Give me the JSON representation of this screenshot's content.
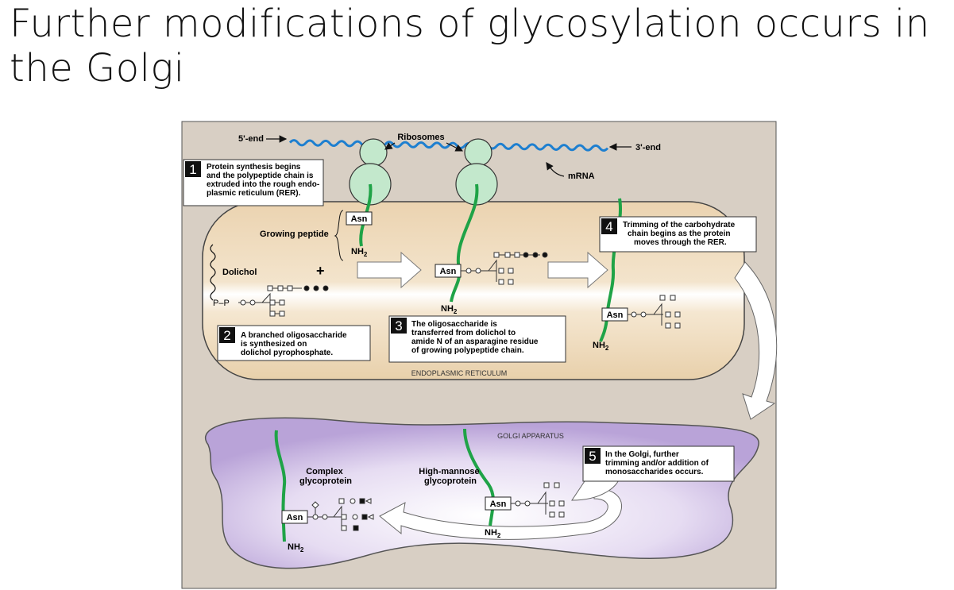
{
  "slide": {
    "title": "Further modifications of glycosylation occurs in the Golgi"
  },
  "diagram": {
    "labels": {
      "five_prime": "5'-end",
      "three_prime": "3'-end",
      "ribosomes": "Ribosomes",
      "mrna": "mRNA",
      "growing_peptide": "Growing peptide",
      "dolichol": "Dolichol",
      "plus": "+",
      "er": "ENDOPLASMIC RETICULUM",
      "golgi": "GOLGI APPARATUS",
      "complex": [
        "Complex",
        "glycoprotein"
      ],
      "high_mannose": [
        "High-mannose",
        "glycoprotein"
      ],
      "asn": "Asn",
      "nh2": "NH",
      "nh2_sub": "2",
      "p_p": "P–P"
    },
    "steps": [
      {
        "number": "1",
        "lines": [
          "Protein synthesis begins",
          "and the polypeptide chain is",
          "extruded into the rough endo-",
          "plasmic reticulum (RER)."
        ]
      },
      {
        "number": "2",
        "lines": [
          "A branched oligosaccharide",
          "is synthesized on",
          "dolichol pyrophosphate."
        ]
      },
      {
        "number": "3",
        "lines": [
          "The oligosaccharide is",
          "transferred from dolichol to",
          "amide N of an asparagine residue",
          "of growing polypeptide chain."
        ]
      },
      {
        "number": "4",
        "lines": [
          "Trimming of the carbohydrate",
          "chain begins as the protein",
          "moves through the RER."
        ]
      },
      {
        "number": "5",
        "lines": [
          "In the Golgi, further",
          "trimming and/or addition of",
          "monosaccharides occurs."
        ]
      }
    ],
    "colors": {
      "panel": "#d8cfc4",
      "er": "#ecd7b8",
      "golgi": "#c9b6e0",
      "peptide": "#1fa347",
      "mrna": "#1d7fd0",
      "ribosome": "#c3e8cc"
    }
  }
}
